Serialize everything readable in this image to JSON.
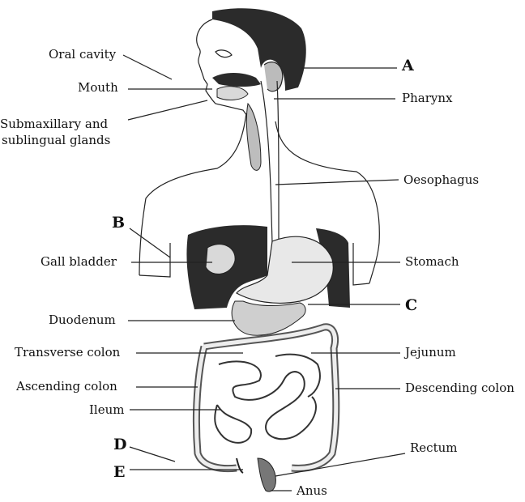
{
  "labels": {
    "oral_cavity": "Oral cavity",
    "mouth": "Mouth",
    "submax_line1": "Submaxillary and",
    "submax_line2": "sublingual glands",
    "gall_bladder": "Gall bladder",
    "duodenum": "Duodenum",
    "transverse_colon": "Transverse colon",
    "ascending_colon": "Ascending colon",
    "ileum": "Ileum",
    "pharynx": "Pharynx",
    "oesophagus": "Oesophagus",
    "stomach": "Stomach",
    "jejunum": "Jejunum",
    "descending_colon": "Descending colon",
    "rectum": "Rectum",
    "anus": "Anus"
  },
  "letters": {
    "a": "A",
    "b": "B",
    "c": "C",
    "d": "D",
    "e": "E"
  },
  "colors": {
    "ink": "#111111",
    "dark_fill": "#2b2b2b",
    "mid_fill": "#9a9a9a",
    "light_fill": "#d9d9d9"
  }
}
